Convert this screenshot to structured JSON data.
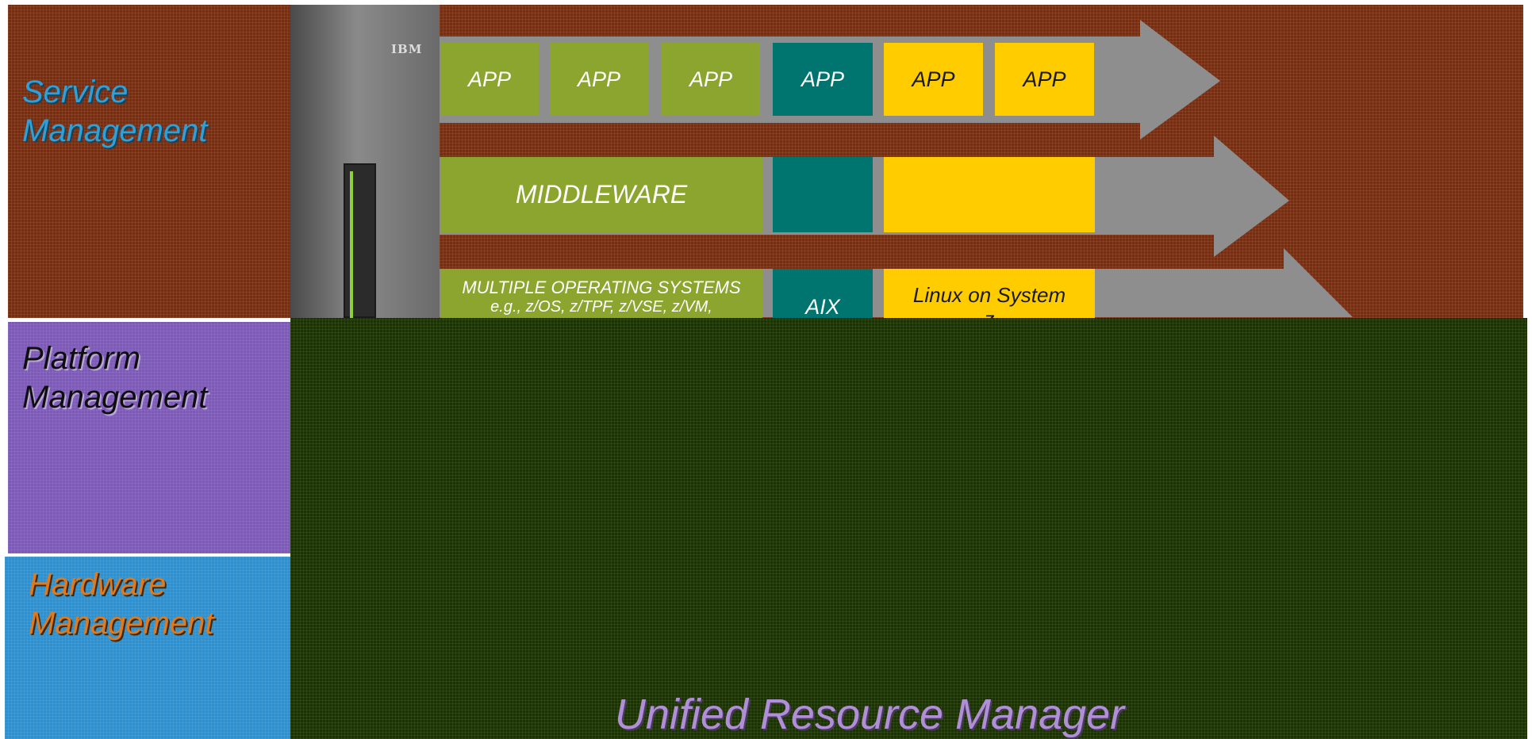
{
  "colors": {
    "service_band": "#7a2d0e",
    "platform_band": "#7d5ab7",
    "hardware_band": "#2e90cf",
    "main_panel": "#1a3300",
    "app_green": "#8ba52e",
    "app_teal": "#00746f",
    "app_yellow": "#ffcc00",
    "arrow_gray": "#8e8e8e",
    "urm_text": "#b08fd6"
  },
  "bands": {
    "service": {
      "line1": "Service",
      "line2": "Management"
    },
    "platform": {
      "line1": "Platform",
      "line2": "Management"
    },
    "hardware": {
      "line1": "Hardware",
      "line2": "Management"
    }
  },
  "server": {
    "logo": "IBM",
    "icon": "mainframe-server-icon"
  },
  "apps": [
    "APP",
    "APP",
    "APP",
    "APP",
    "APP",
    "APP"
  ],
  "middleware": {
    "label": "MIDDLEWARE"
  },
  "os": {
    "line1": "MULTIPLE OPERATING SYSTEMS",
    "line2": "e.g., z/OS, z/TPF, z/VSE, z/VM,",
    "aix": "AIX",
    "linux_line1": "Linux on System",
    "linux_line2": "z"
  },
  "footer": {
    "title": "Unified Resource Manager"
  }
}
